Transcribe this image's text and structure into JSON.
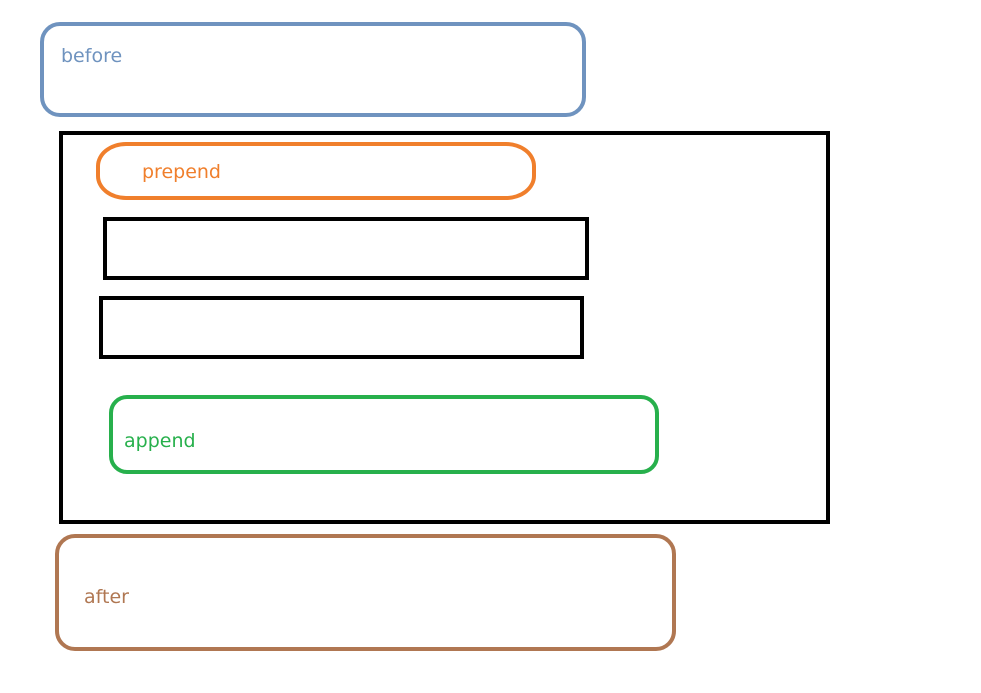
{
  "diagram": {
    "before": {
      "label": "before",
      "color": "#6f93bf"
    },
    "container": {
      "color": "#000000"
    },
    "prepend": {
      "label": "prepend",
      "color": "#f07f2c"
    },
    "children": [
      {
        "label": ""
      },
      {
        "label": ""
      }
    ],
    "append": {
      "label": "append",
      "color": "#27b04c"
    },
    "after": {
      "label": "after",
      "color": "#b07752"
    }
  }
}
